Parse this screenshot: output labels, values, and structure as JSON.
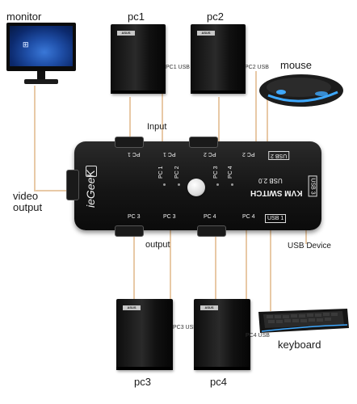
{
  "labels": {
    "monitor": "monitor",
    "pc1": "pc1",
    "pc2": "pc2",
    "pc3": "pc3",
    "pc4": "pc4",
    "mouse": "mouse",
    "keyboard": "keyboard",
    "video_output_1": "video",
    "video_output_2": "output",
    "input": "Input",
    "output": "output",
    "usb_device": "USB Device",
    "pc1_usb": "PC1 USB",
    "pc2_usb": "PC2 USB",
    "pc3_usb": "PC3 USB",
    "pc4_usb": "PC4 USB"
  },
  "device": {
    "brand": "ieGeeK",
    "model_line1": "KVM SWITCH",
    "model_line2": "USB 2.0",
    "top_ports": [
      "PC 1",
      "PC 1",
      "PC 2",
      "PC 2",
      "USB 2"
    ],
    "bottom_ports": [
      "PC 3",
      "PC 3",
      "PC 4",
      "PC 4",
      "USB 1"
    ],
    "leds_top": [
      "PC 1",
      "PC 2",
      "PC 3",
      "PC 4"
    ],
    "side_port": "USB 3"
  },
  "tower_brand": "ASUS",
  "colors": {
    "connector_line": "#e8c9a6",
    "device_body": "#1b1b1b",
    "mouse_glow": "#3fa9ff"
  }
}
